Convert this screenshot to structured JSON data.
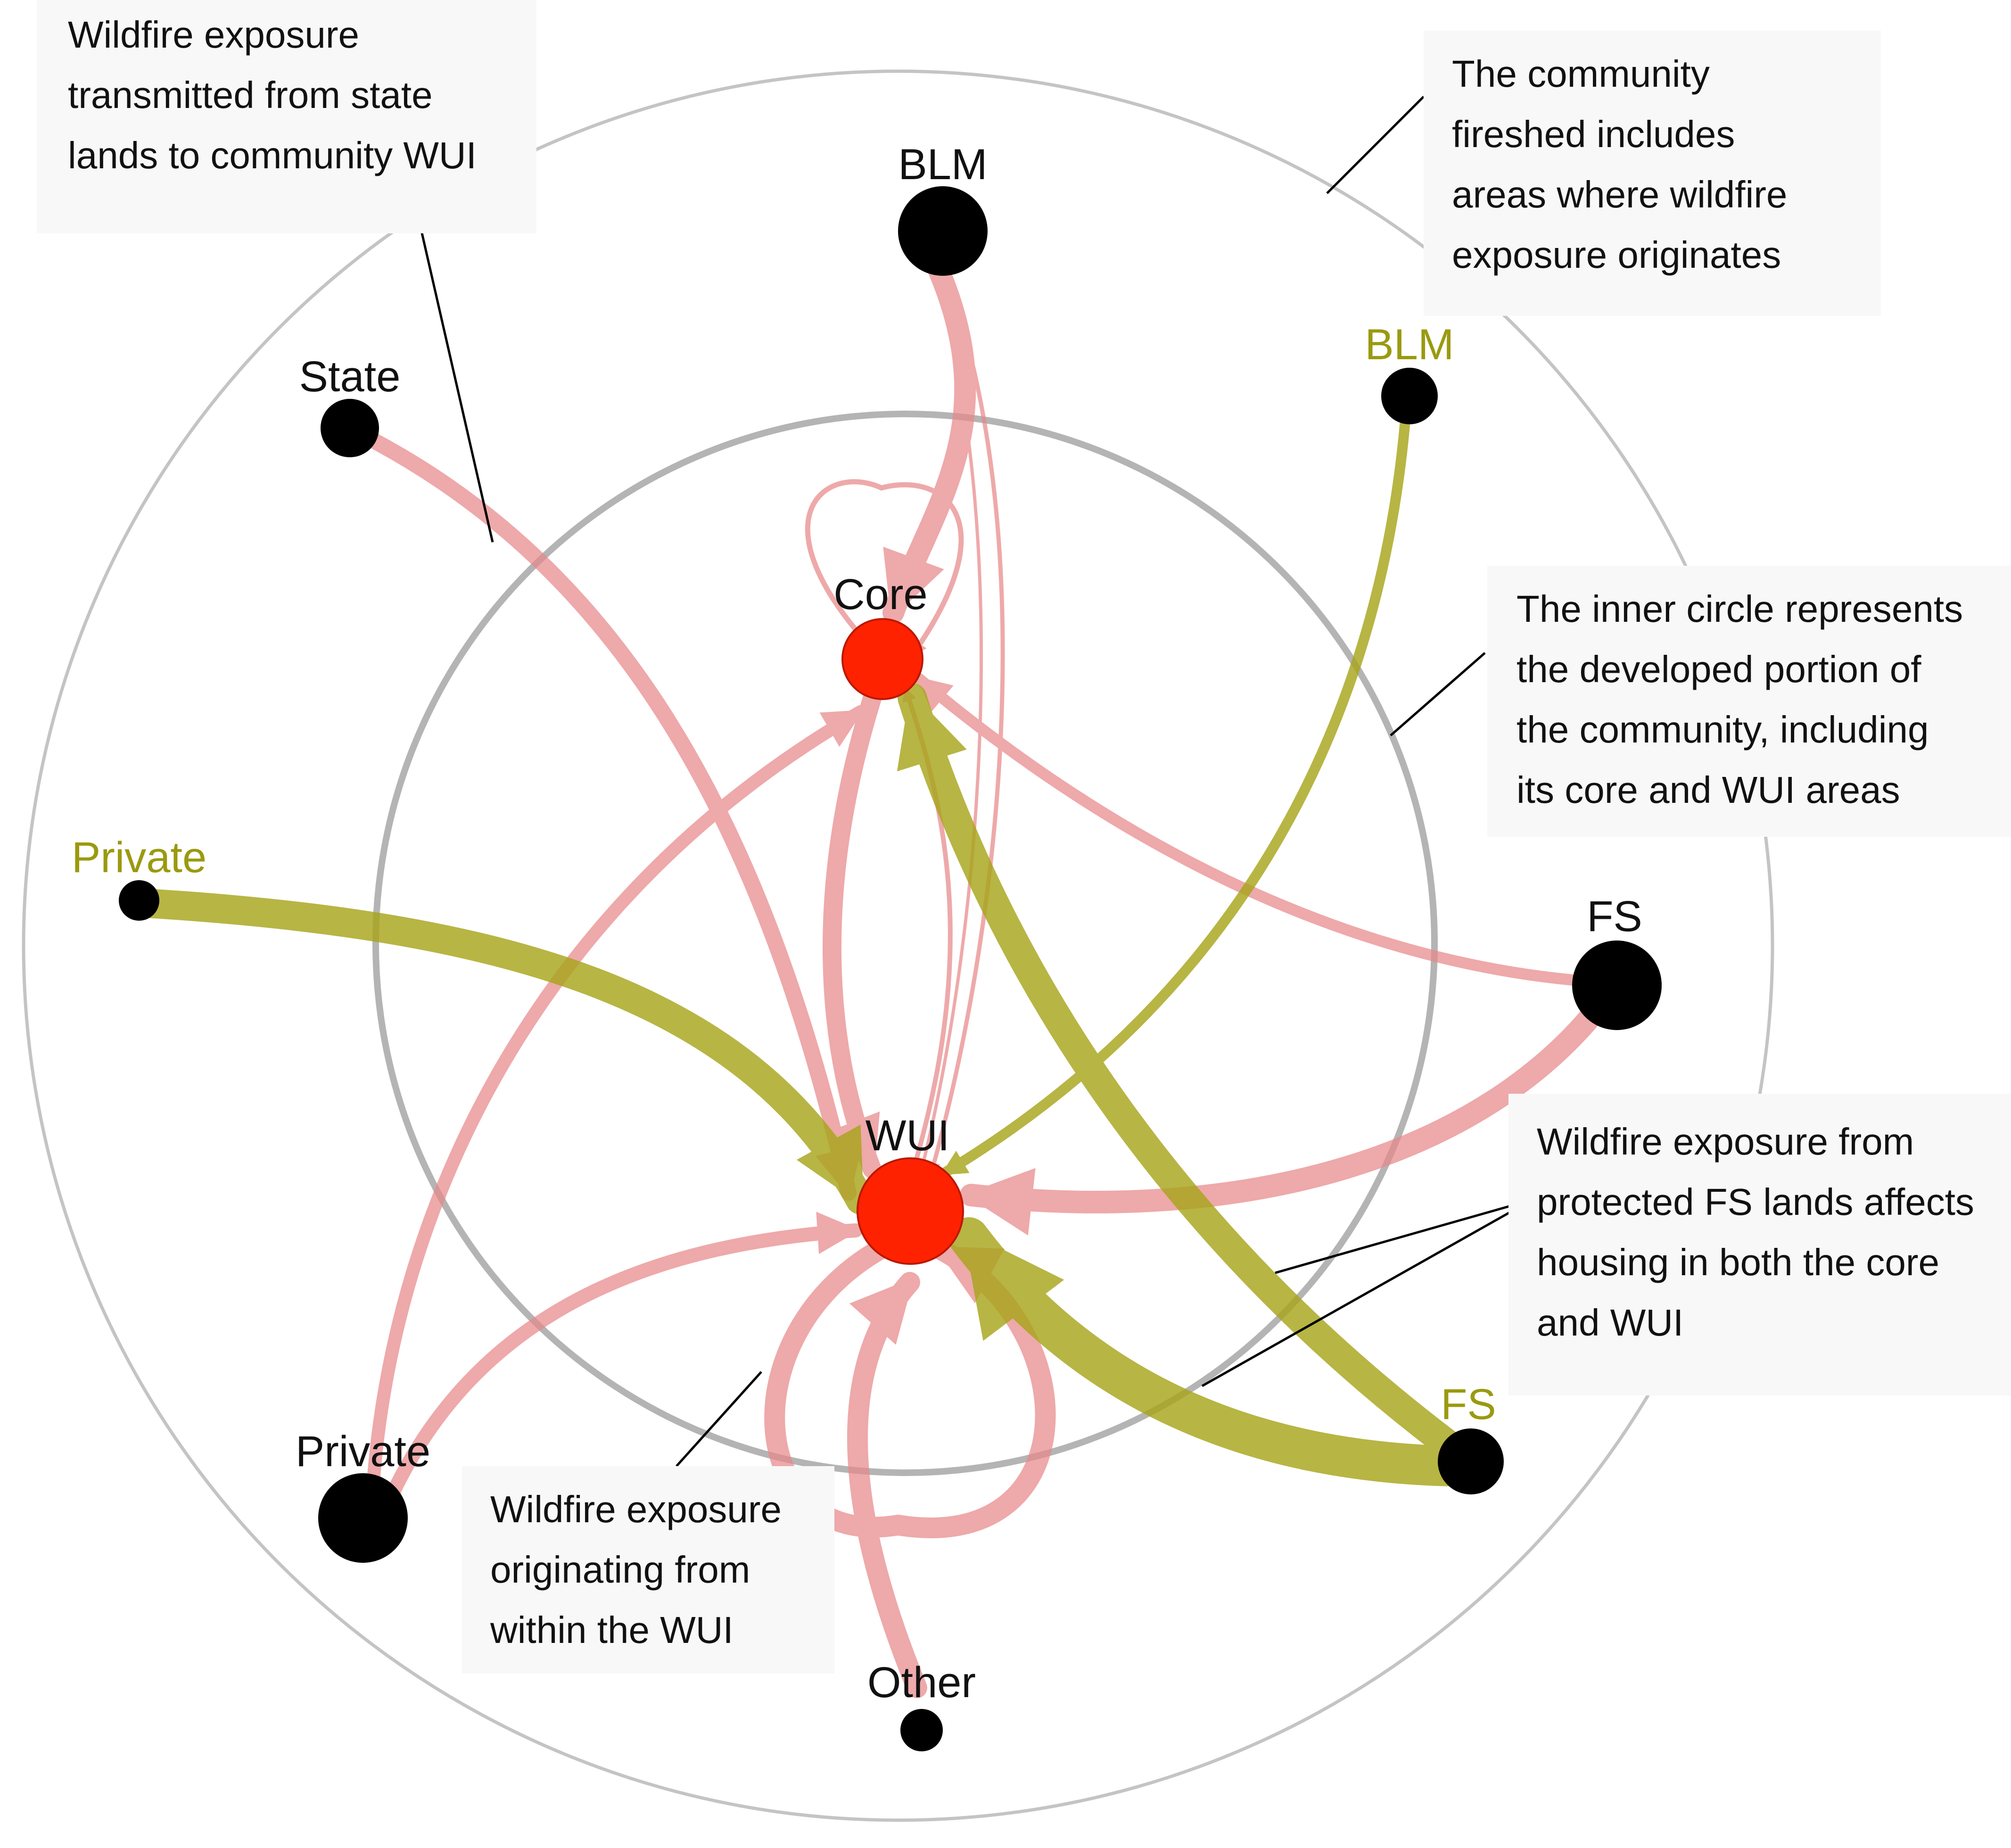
{
  "colors": {
    "outer_ring": "#c4c4c4",
    "inner_ring": "#b4b4b4",
    "red_edge": "#e8898a",
    "olive_edge": "#a8a51c",
    "olive_label": "#9a9a10",
    "community_node": "#ff2200",
    "land_node": "#000000",
    "leader_line": "#000000"
  },
  "nodes": {
    "core": "Core",
    "wui": "WUI",
    "blm_red": "BLM",
    "blm_olive": "BLM",
    "state": "State",
    "private_olive": "Private",
    "fs_red": "FS",
    "fs_olive": "FS",
    "private_red": "Private",
    "other": "Other"
  },
  "callouts": {
    "state_to_wui": "Wildfire exposure\ntransmitted from state\nlands to community WUI",
    "fireshed": "The community\nfireshed includes\nareas where wildfire\nexposure originates",
    "inner_circle": "The inner circle represents\nthe developed portion of\nthe community, including\nits core and WUI areas",
    "fs_protected": "Wildfire exposure from\nprotected FS lands affects\nhousing in both the core\nand WUI",
    "within_wui": "Wildfire exposure\noriginating from\nwithin the WUI"
  },
  "edges": [
    {
      "from": "BLM",
      "to": "Core",
      "color": "red"
    },
    {
      "from": "BLM",
      "to": "WUI",
      "color": "red"
    },
    {
      "from": "Core",
      "to": "Core",
      "color": "red"
    },
    {
      "from": "State",
      "to": "WUI",
      "color": "red"
    },
    {
      "from": "BLM",
      "to": "WUI",
      "color": "olive"
    },
    {
      "from": "Private",
      "to": "WUI",
      "color": "olive"
    },
    {
      "from": "FS",
      "to": "Core",
      "color": "red"
    },
    {
      "from": "FS",
      "to": "WUI",
      "color": "red"
    },
    {
      "from": "FS",
      "to": "Core",
      "color": "olive"
    },
    {
      "from": "FS",
      "to": "WUI",
      "color": "olive"
    },
    {
      "from": "Private",
      "to": "Core",
      "color": "red"
    },
    {
      "from": "Private",
      "to": "WUI",
      "color": "red"
    },
    {
      "from": "Other",
      "to": "WUI",
      "color": "red"
    },
    {
      "from": "WUI",
      "to": "WUI",
      "color": "red"
    },
    {
      "from": "Core",
      "to": "WUI",
      "color": "red"
    },
    {
      "from": "WUI",
      "to": "Core",
      "color": "red"
    }
  ]
}
